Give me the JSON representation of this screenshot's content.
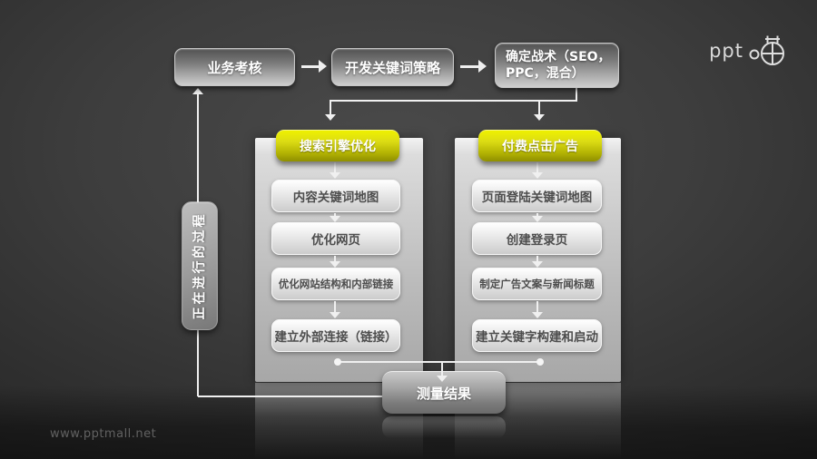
{
  "top_flow": [
    {
      "label": "业务考核"
    },
    {
      "label": "开发关键词策略"
    },
    {
      "label": "确定战术（SEO，PPC，混合）"
    }
  ],
  "columns": [
    {
      "header": "搜索引擎优化",
      "items": [
        "内容关键词地图",
        "优化网页",
        "优化网站结构和内部链接",
        "建立外部连接（链接）"
      ]
    },
    {
      "header": "付费点击广告",
      "items": [
        "页面登陆关键词地图",
        "创建登录页",
        "制定广告文案与新闻标题",
        "建立关键字构建和启动"
      ]
    }
  ],
  "side_label": "正在进行的过程",
  "result_label": "测量结果",
  "watermark": "www.pptmall.net",
  "logo_text": "ppt",
  "colors": {
    "accent_yellow": "#d8d812",
    "box_gray": "#9a9a9a",
    "background": "#3d3d3d",
    "connector_white": "#f0f0f0"
  }
}
